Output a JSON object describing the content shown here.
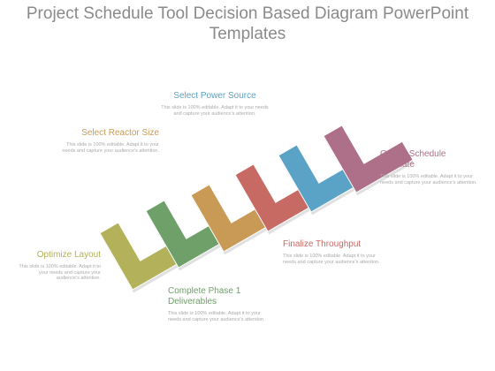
{
  "title_line1": "Project Schedule Tool Decision Based Diagram PowerPoint",
  "title_line2": "Templates",
  "steps": [
    {
      "label": "Optimize Layout",
      "desc": "This slide is 100% editable. Adapt it to your needs and capture your audience's attention.",
      "color": "#b3b15a",
      "icon": "gear-icon"
    },
    {
      "label": "Complete Phase 1 Deliverables",
      "desc": "This slide is 100% editable. Adapt it to your needs and capture your audience's attention.",
      "color": "#6fa06a",
      "icon": "bar-chart-icon"
    },
    {
      "label": "Select Reactor Size",
      "desc": "This slide is 100% editable. Adapt it to your needs and capture your audience's attention.",
      "color": "#c99a55",
      "icon": "handshake-icon"
    },
    {
      "label": "Finalize Throughput",
      "desc": "This slide is 100% editable. Adapt it to your needs and capture your audience's attention.",
      "color": "#c76a64",
      "icon": "target-icon"
    },
    {
      "label": "Select Power Source",
      "desc": "This slide is 100% editable. Adapt it to your needs and capture your audience's attention.",
      "color": "#5aa2c6",
      "icon": "lightbulb-icon"
    },
    {
      "label": "Cost & Schedule Estimate",
      "desc": "This slide is 100% editable. Adapt it to your needs and capture your audience's attention.",
      "color": "#ad7088",
      "icon": "puzzle-icon"
    }
  ]
}
